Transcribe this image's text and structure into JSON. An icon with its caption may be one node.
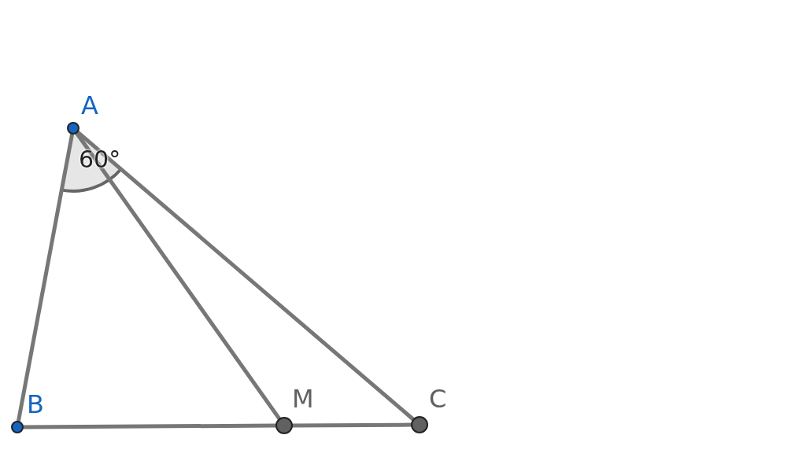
{
  "diagram": {
    "nodes": [
      {
        "text": [],
        "shape": "circle",
        "beside": [
          "A"
        ]
      },
      {
        "text": [],
        "shape": "circle",
        "beside": [
          "B"
        ]
      },
      {
        "text": [],
        "shape": "circle",
        "beside": [
          "M"
        ]
      },
      {
        "text": [],
        "shape": "circle",
        "beside": [
          "C"
        ]
      }
    ],
    "edges": [
      {
        "from": 0,
        "to": 1,
        "arrow": "none"
      },
      {
        "from": 0,
        "to": 2,
        "arrow": "none"
      },
      {
        "from": 0,
        "to": 3,
        "arrow": "none"
      },
      {
        "from": 1,
        "to": 2,
        "arrow": "none"
      },
      {
        "from": 2,
        "to": 3,
        "arrow": "none"
      }
    ],
    "labels": [
      "60°"
    ]
  }
}
